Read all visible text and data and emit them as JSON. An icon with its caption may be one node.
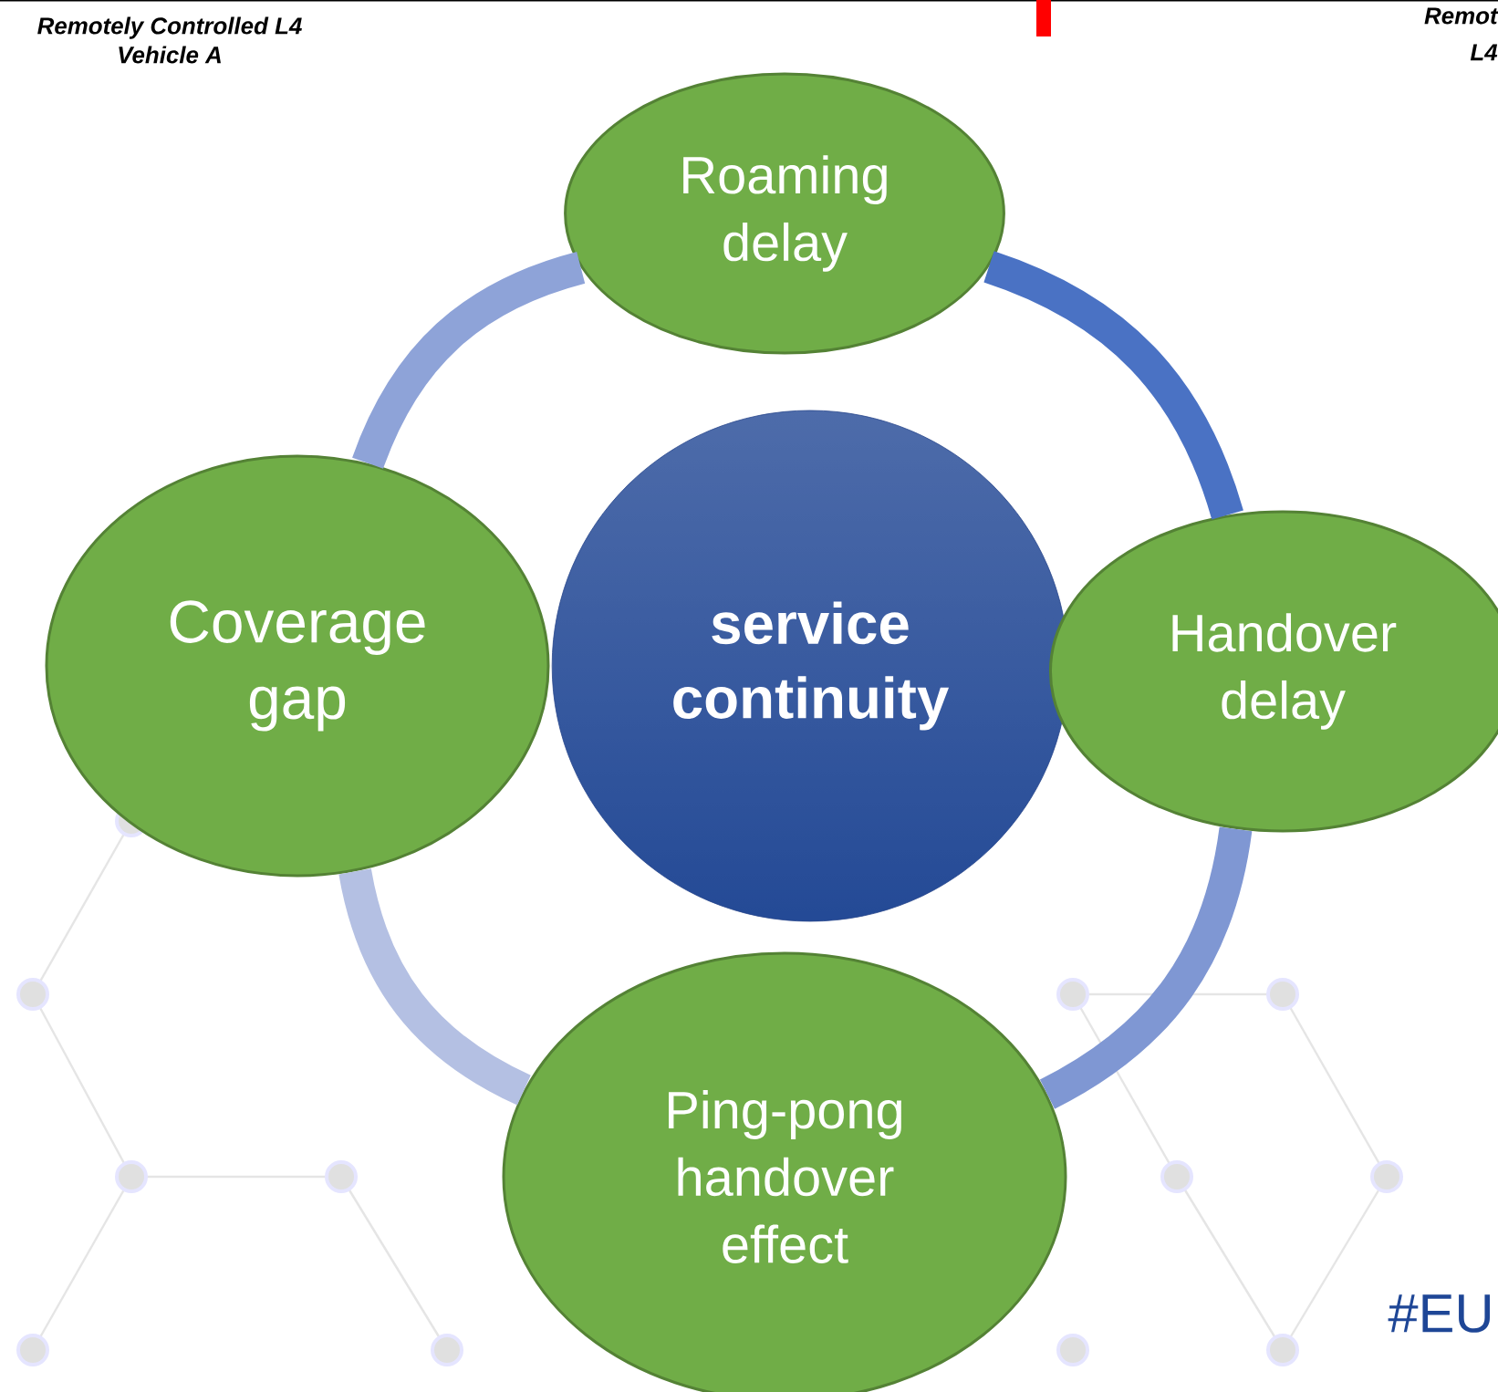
{
  "diagram": {
    "nodes": [
      {
        "text": [
          "service continuity"
        ]
      },
      {
        "text": [
          "Roaming delay"
        ]
      },
      {
        "text": [
          "Handover delay"
        ]
      },
      {
        "text": [
          "Ping-pong handover effect"
        ]
      },
      {
        "text": [
          "Coverage gap"
        ]
      }
    ],
    "edges": [
      {
        "from": 1,
        "to": 2,
        "arrow": "none",
        "color": "#4a72c4"
      },
      {
        "from": 2,
        "to": 3,
        "arrow": "none",
        "color": "#7f97d3"
      },
      {
        "from": 3,
        "to": 4,
        "arrow": "none",
        "color": "#b4c0e3"
      },
      {
        "from": 4,
        "to": 1,
        "arrow": "none",
        "color": "#8ea3d8"
      }
    ],
    "labels": [
      "Remotely Controlled L4 Vehicle A",
      "Remot",
      "L4",
      "#EU"
    ]
  }
}
